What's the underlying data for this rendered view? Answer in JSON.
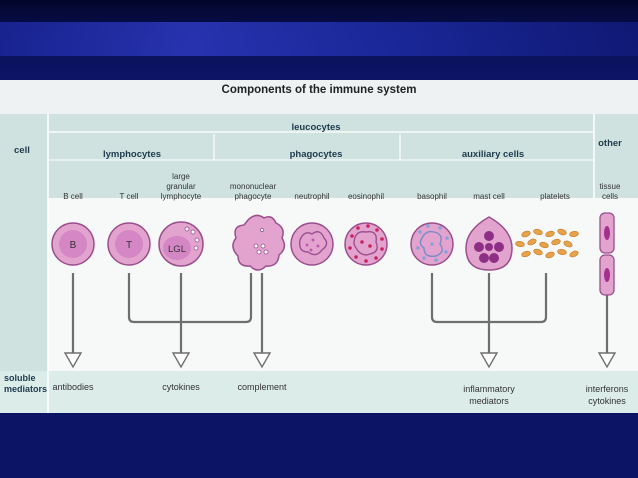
{
  "title": "Components of the immune system",
  "rows": {
    "cell": "cell",
    "soluble": "soluble\nmediators"
  },
  "groups": {
    "leucocytes": "leucocytes",
    "other": "other",
    "lymphocytes": "lymphocytes",
    "phagocytes": "phagocytes",
    "auxiliary": "auxiliary cells"
  },
  "cells": [
    {
      "label": "B cell",
      "inner": "B"
    },
    {
      "label": "T cell",
      "inner": "T"
    },
    {
      "label": "large\ngranular\nlymphocyte",
      "inner": "LGL"
    },
    {
      "label": "mononuclear\nphagocyte",
      "inner": ""
    },
    {
      "label": "neutrophil",
      "inner": ""
    },
    {
      "label": "eosinophil",
      "inner": ""
    },
    {
      "label": "basophil",
      "inner": ""
    },
    {
      "label": "mast cell",
      "inner": ""
    },
    {
      "label": "platelets",
      "inner": ""
    },
    {
      "label": "tissue\ncells",
      "inner": ""
    }
  ],
  "mediators": {
    "antibodies": "antibodies",
    "cytokines": "cytokines",
    "complement": "complement",
    "inflammatory": "inflammatory\nmediators",
    "interferons": "interferons\ncytokines"
  },
  "colors": {
    "cell_fill": "#e3a3cf",
    "cell_stroke": "#9a4f8e",
    "nucleus": "#c05aae",
    "granule": "#c8245e",
    "platelet": "#e8a24a",
    "header_band": "#cfe2e0",
    "mediator_band": "#dcece9",
    "line": "#6a6a6a"
  }
}
